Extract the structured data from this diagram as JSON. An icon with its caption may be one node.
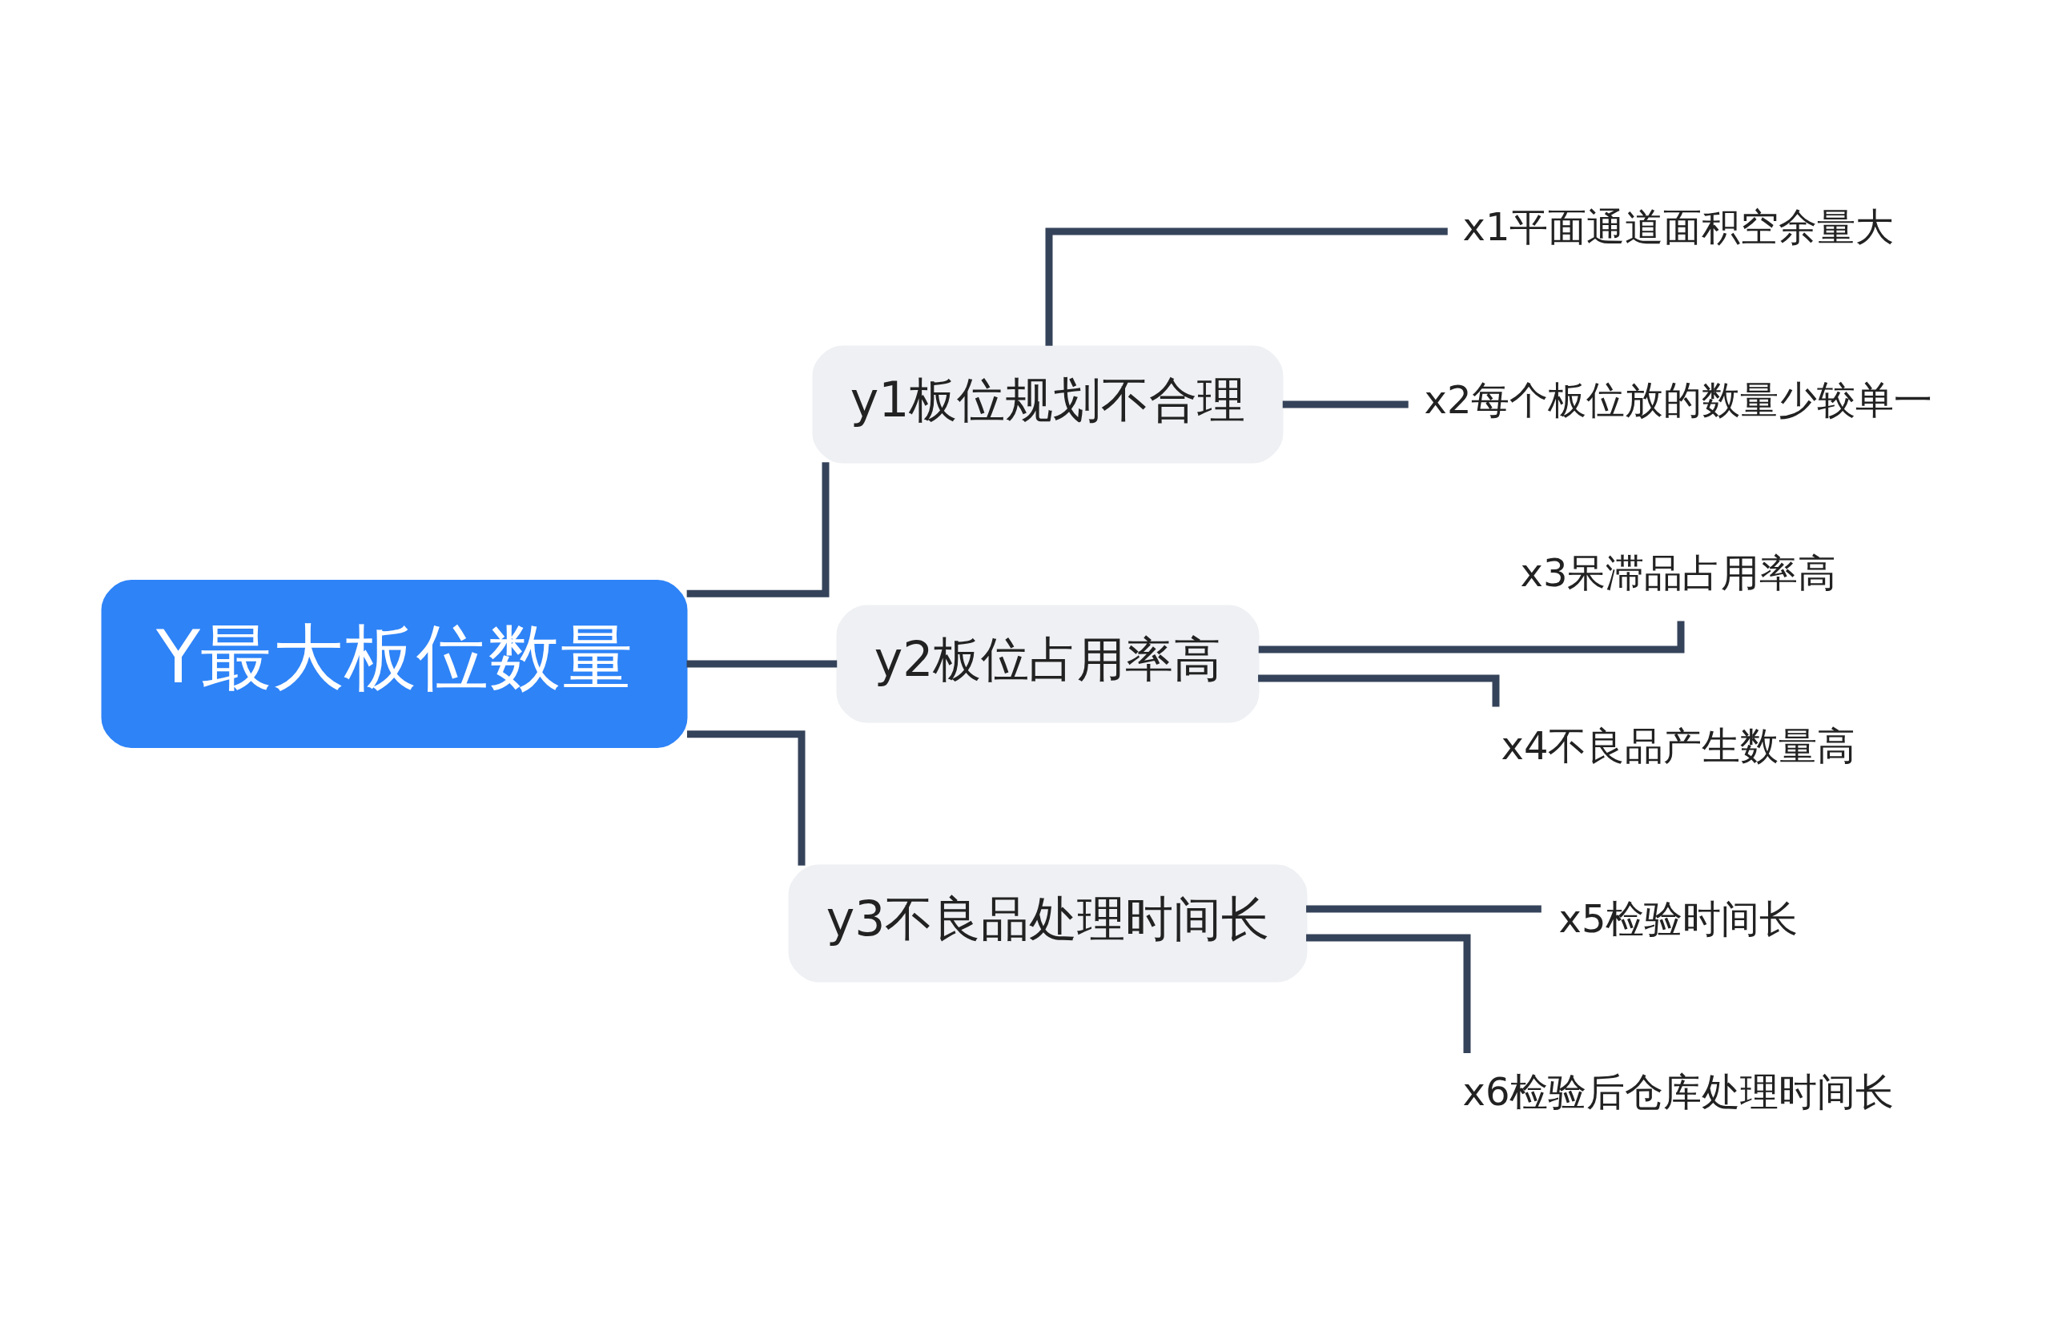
{
  "diagram": {
    "nodes": [
      {
        "text": [
          "Y最大板位数量"
        ]
      },
      {
        "text": [
          "y1板位规划不合理"
        ]
      },
      {
        "text": [
          "x1平面通道面积空余量大"
        ]
      },
      {
        "text": [
          "x2每个板位放的数量少较单一"
        ]
      },
      {
        "text": [
          "y2板位占用率高"
        ]
      },
      {
        "text": [
          "x3呆滞品占用率高"
        ]
      },
      {
        "text": [
          "x4不良品产生数量高"
        ]
      },
      {
        "text": [
          "y3不良品处理时间长"
        ]
      },
      {
        "text": [
          "x5检验时间长"
        ]
      },
      {
        "text": [
          "x6检验后仓库处理时间长"
        ]
      }
    ],
    "edges": [
      {
        "from": 0,
        "to": 1,
        "arrow": "none"
      },
      {
        "from": 0,
        "to": 4,
        "arrow": "none"
      },
      {
        "from": 0,
        "to": 7,
        "arrow": "none"
      },
      {
        "from": 1,
        "to": 2,
        "arrow": "none"
      },
      {
        "from": 1,
        "to": 3,
        "arrow": "none"
      },
      {
        "from": 4,
        "to": 5,
        "arrow": "none"
      },
      {
        "from": 4,
        "to": 6,
        "arrow": "none"
      },
      {
        "from": 7,
        "to": 8,
        "arrow": "none"
      },
      {
        "from": 7,
        "to": 9,
        "arrow": "none"
      }
    ]
  }
}
